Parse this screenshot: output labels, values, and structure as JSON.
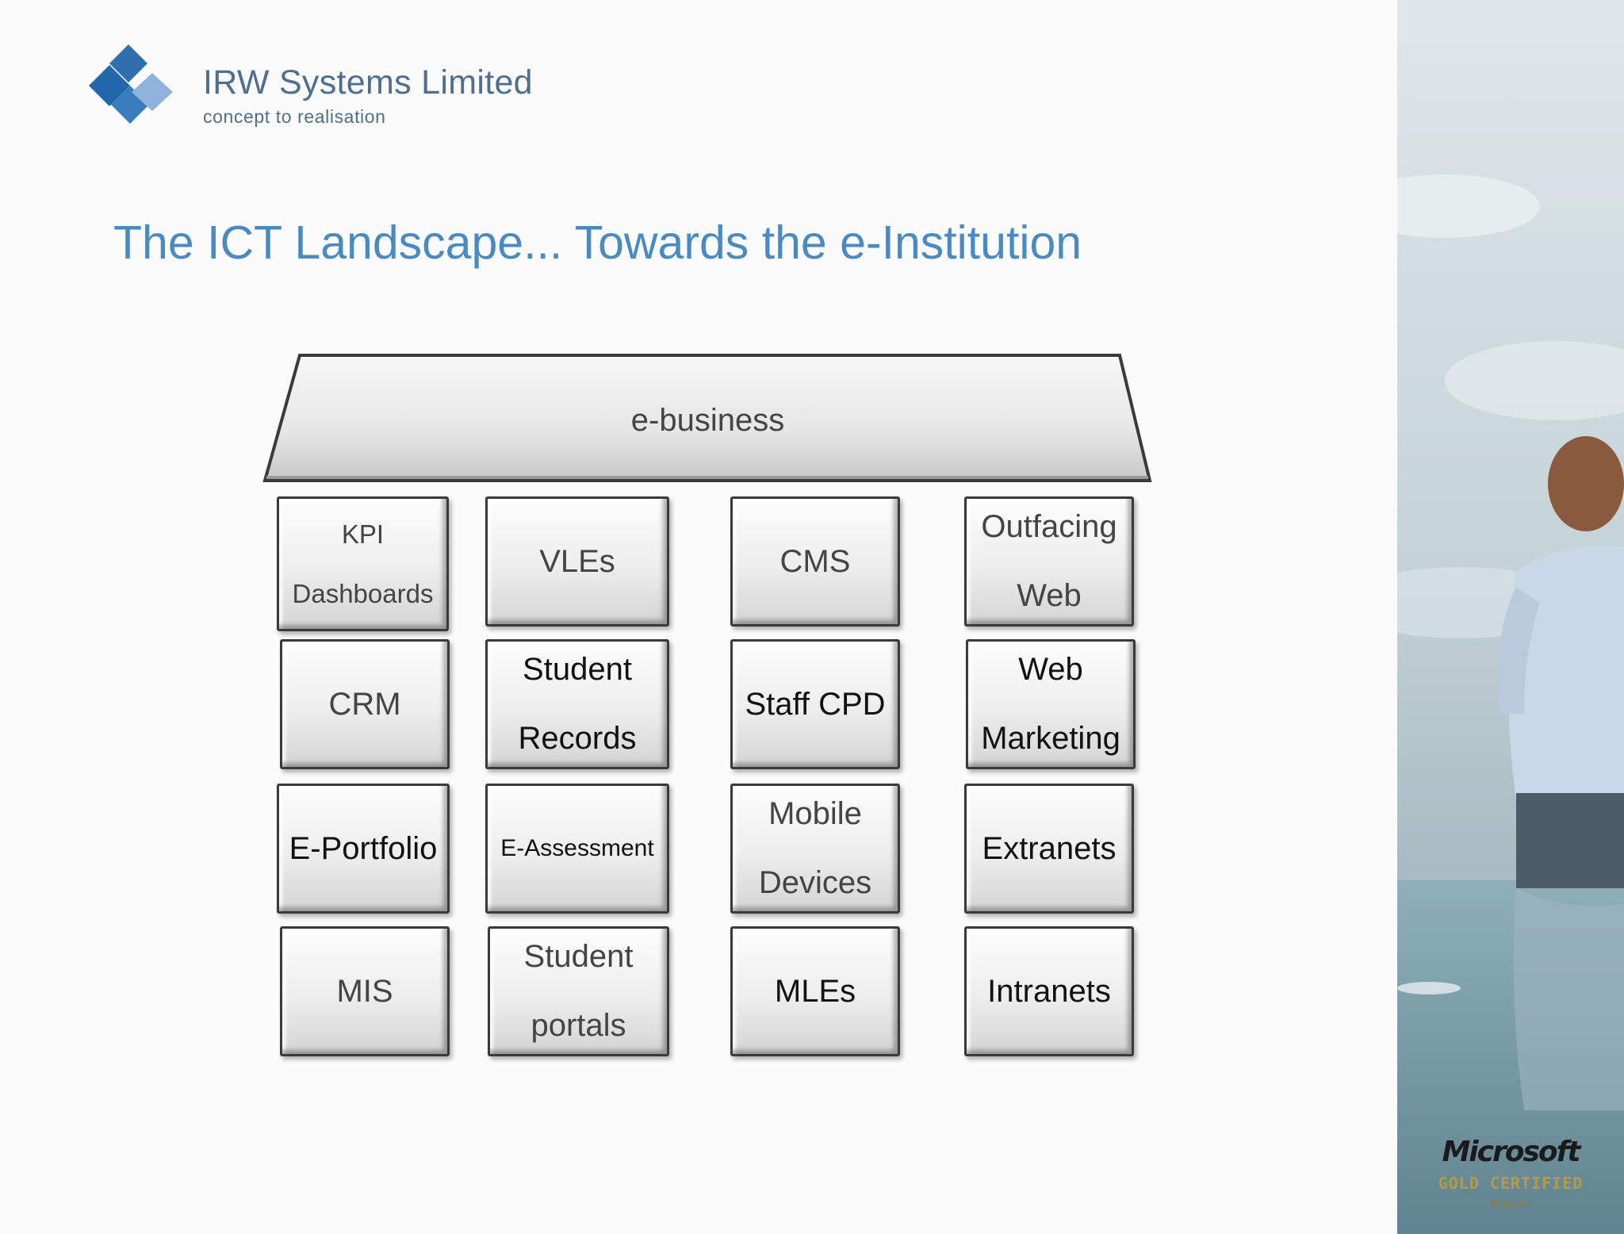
{
  "header": {
    "company_name": "IRW Systems Limited",
    "company_tagline": "concept to realisation"
  },
  "slide": {
    "title": "The ICT Landscape... Towards the e-Institution"
  },
  "diagram": {
    "roof_label": "e-business",
    "rows": [
      [
        {
          "lines": [
            "KPI",
            "Dashboards"
          ]
        },
        {
          "lines": [
            "VLEs"
          ]
        },
        {
          "lines": [
            "CMS"
          ]
        },
        {
          "lines": [
            "Outfacing",
            "Web"
          ]
        }
      ],
      [
        {
          "lines": [
            "CRM"
          ]
        },
        {
          "lines": [
            "Student",
            "Records"
          ]
        },
        {
          "lines": [
            "Staff CPD"
          ]
        },
        {
          "lines": [
            "Web",
            "Marketing"
          ]
        }
      ],
      [
        {
          "lines": [
            "E-Portfolio"
          ]
        },
        {
          "lines": [
            "E-Assessment"
          ]
        },
        {
          "lines": [
            "Mobile",
            "Devices"
          ]
        },
        {
          "lines": [
            "Extranets"
          ]
        }
      ],
      [
        {
          "lines": [
            "MIS"
          ]
        },
        {
          "lines": [
            "Student",
            "portals"
          ]
        },
        {
          "lines": [
            "MLEs"
          ]
        },
        {
          "lines": [
            "Intranets"
          ]
        }
      ]
    ]
  },
  "partner_badge": {
    "brand": "Microsoft",
    "certification": "GOLD CERTIFIED",
    "level": "Partner"
  },
  "colors": {
    "title": "#4a8ac2",
    "logo_dark": "#2e6fae",
    "logo_light": "#8fb3dc",
    "tile_border": "#3a3a3a"
  }
}
